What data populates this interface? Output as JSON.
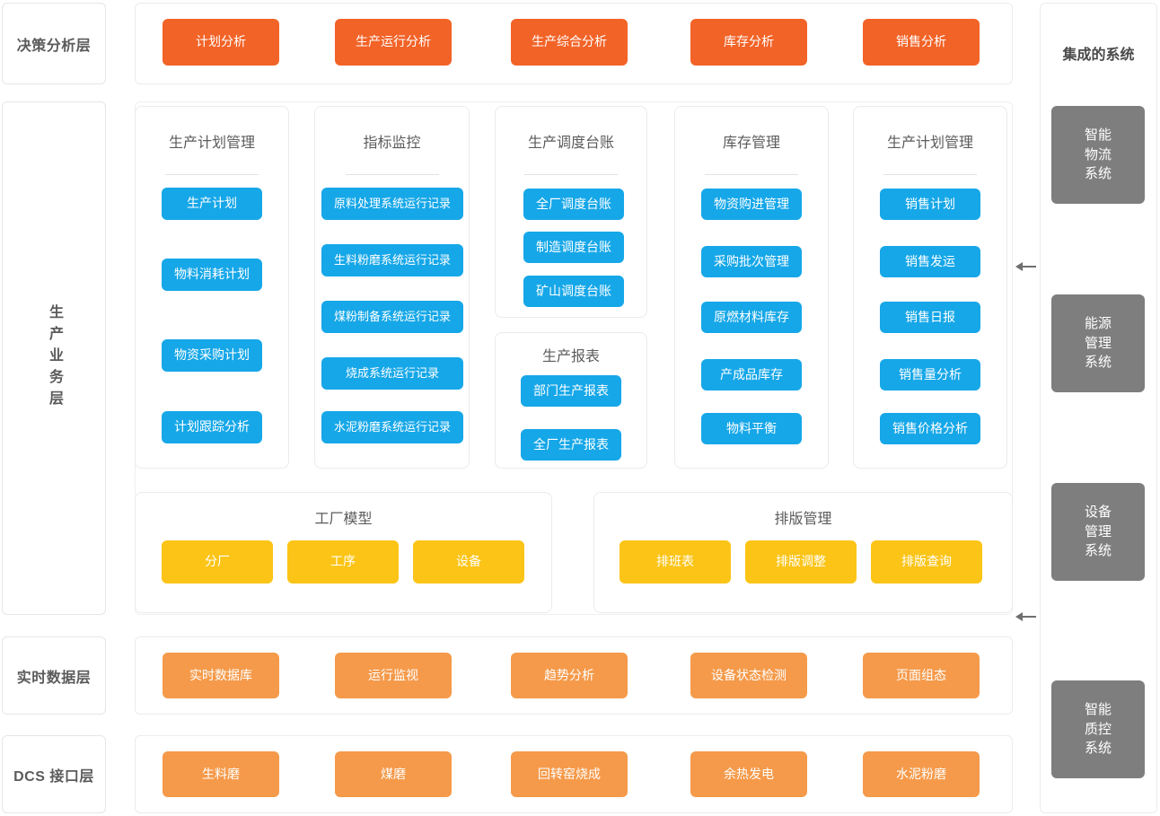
{
  "layers": {
    "decision": {
      "label": "决策分析层"
    },
    "business": {
      "label": "生产业务层"
    },
    "realtime": {
      "label": "实时数据层"
    },
    "dcs": {
      "label": "DCS 接口层"
    }
  },
  "colors": {
    "orange_strong": "#f26327",
    "orange_light": "#f59a4a",
    "blue": "#16a7e8",
    "yellow": "#fbc417",
    "gray": "#7e7e7e",
    "title_text": "#5b5b5b",
    "panel_border": "#ebebeb"
  },
  "decision_row": {
    "items": [
      {
        "label": "计划分析"
      },
      {
        "label": "生产运行分析"
      },
      {
        "label": "生产综合分析"
      },
      {
        "label": "库存分析"
      },
      {
        "label": "销售分析"
      }
    ]
  },
  "business_cards": [
    {
      "title": "生产计划管理",
      "items": [
        {
          "label": "生产计划"
        },
        {
          "label": "物料消耗计划"
        },
        {
          "label": "物资采购计划"
        },
        {
          "label": "计划跟踪分析"
        }
      ]
    },
    {
      "title": "指标监控",
      "items": [
        {
          "label": "原料处理系统运行记录"
        },
        {
          "label": "生料粉磨系统运行记录"
        },
        {
          "label": "煤粉制备系统运行记录"
        },
        {
          "label": "烧成系统运行记录"
        },
        {
          "label": "水泥粉磨系统运行记录"
        }
      ]
    },
    {
      "title": "生产调度台账",
      "items": [
        {
          "label": "全厂调度台账"
        },
        {
          "label": "制造调度台账"
        },
        {
          "label": "矿山调度台账"
        }
      ]
    },
    {
      "title": "库存管理",
      "items": [
        {
          "label": "物资购进管理"
        },
        {
          "label": "采购批次管理"
        },
        {
          "label": "原燃材料库存"
        },
        {
          "label": "产成品库存"
        },
        {
          "label": "物料平衡"
        }
      ]
    },
    {
      "title": "生产计划管理",
      "items": [
        {
          "label": "销售计划"
        },
        {
          "label": "销售发运"
        },
        {
          "label": "销售日报"
        },
        {
          "label": "销售量分析"
        },
        {
          "label": "销售价格分析"
        }
      ]
    }
  ],
  "report_card": {
    "title": "生产报表",
    "items": [
      {
        "label": "部门生产报表"
      },
      {
        "label": "全厂生产报表"
      }
    ]
  },
  "factory_model": {
    "title": "工厂模型",
    "items": [
      {
        "label": "分厂"
      },
      {
        "label": "工序"
      },
      {
        "label": "设备"
      }
    ]
  },
  "schedule_mgmt": {
    "title": "排版管理",
    "items": [
      {
        "label": "排班表"
      },
      {
        "label": "排版调整"
      },
      {
        "label": "排版查询"
      }
    ]
  },
  "realtime_row": {
    "items": [
      {
        "label": "实时数据库"
      },
      {
        "label": "运行监视"
      },
      {
        "label": "趋势分析"
      },
      {
        "label": "设备状态检测"
      },
      {
        "label": "页面组态"
      }
    ]
  },
  "dcs_row": {
    "items": [
      {
        "label": "生料磨"
      },
      {
        "label": "煤磨"
      },
      {
        "label": "回转窑烧成"
      },
      {
        "label": "余热发电"
      },
      {
        "label": "水泥粉磨"
      }
    ]
  },
  "integrated_systems": {
    "title": "集成的系统",
    "items": [
      {
        "label": "智能\n物流\n系统"
      },
      {
        "label": "能源\n管理\n系统"
      },
      {
        "label": "设备\n管理\n系统"
      },
      {
        "label": "智能\n质控\n系统"
      }
    ]
  }
}
